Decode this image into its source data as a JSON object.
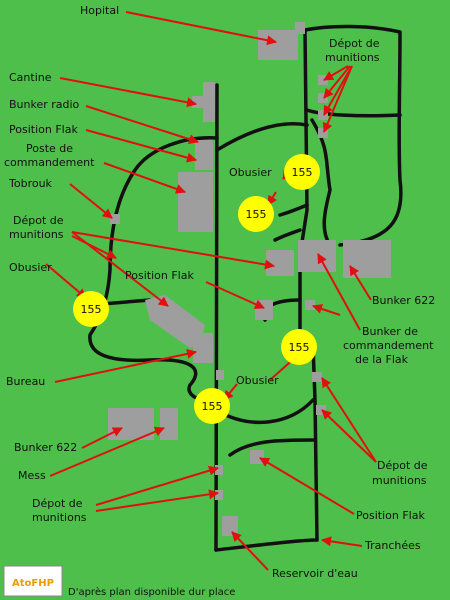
{
  "colors": {
    "background": "#4ebf4a",
    "trench": "#111111",
    "bunker": "#9e9e9e",
    "arrow": "#e01010",
    "gun": "#ffff00"
  },
  "labels": {
    "hopital": "Hopital",
    "cantine": "Cantine",
    "bunker_radio": "Bunker radio",
    "position_flak_1": "Position Flak",
    "poste_cmd_1": "Poste de",
    "poste_cmd_2": "commandement",
    "tobrouk": "Tobrouk",
    "depot_left_1": "Dépot de",
    "depot_left_2": "munitions",
    "obusier_left": "Obusier",
    "bureau": "Bureau",
    "bunker622_left": "Bunker 622",
    "mess": "Mess",
    "depot_bottom_1": "Dépot de",
    "depot_bottom_2": "munitions",
    "depot_top_1": "Dépot de",
    "depot_top_2": "munitions",
    "obusier_top": "Obusier",
    "position_flak_center": "Position Flak",
    "bunker622_right": "Bunker 622",
    "bunker_cmd_flak_1": "Bunker de",
    "bunker_cmd_flak_2": "commandement",
    "bunker_cmd_flak_3": "de la Flak",
    "obusier_bottom": "Obusier",
    "depot_right_1": "Dépot de",
    "depot_right_2": "munitions",
    "position_flak_right": "Position Flak",
    "tranchees": "Tranchées",
    "reservoir": "Reservoir d'eau"
  },
  "guns": [
    "155",
    "155",
    "155",
    "155",
    "155"
  ],
  "footer": {
    "logo_text": "AtoFHP",
    "source": "D'après plan disponible dur place"
  }
}
